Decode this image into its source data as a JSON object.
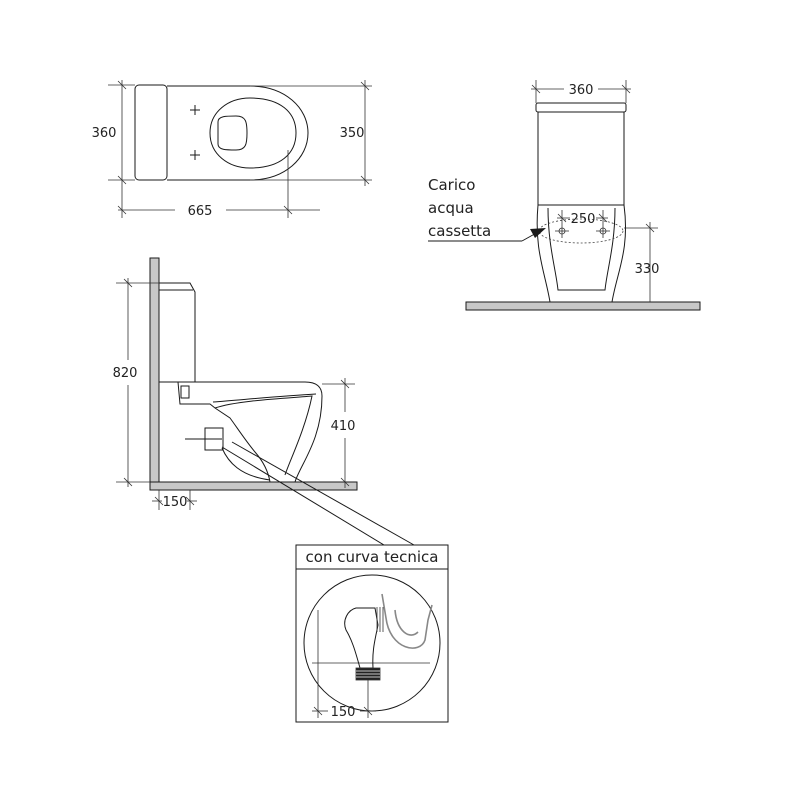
{
  "top_view": {
    "width_label": "360",
    "depth_right_label": "350",
    "length_label": "665"
  },
  "front_view": {
    "width_label": "360",
    "inlet_spacing_label": "250",
    "inlet_height_label": "330",
    "water_inlet_label_lines": [
      "Carico",
      "acqua",
      "cassetta"
    ]
  },
  "side_view": {
    "height_label": "820",
    "seat_height_label": "410",
    "outlet_offset_label": "150"
  },
  "detail": {
    "title": "con curva tecnica",
    "offset_label": "150"
  }
}
